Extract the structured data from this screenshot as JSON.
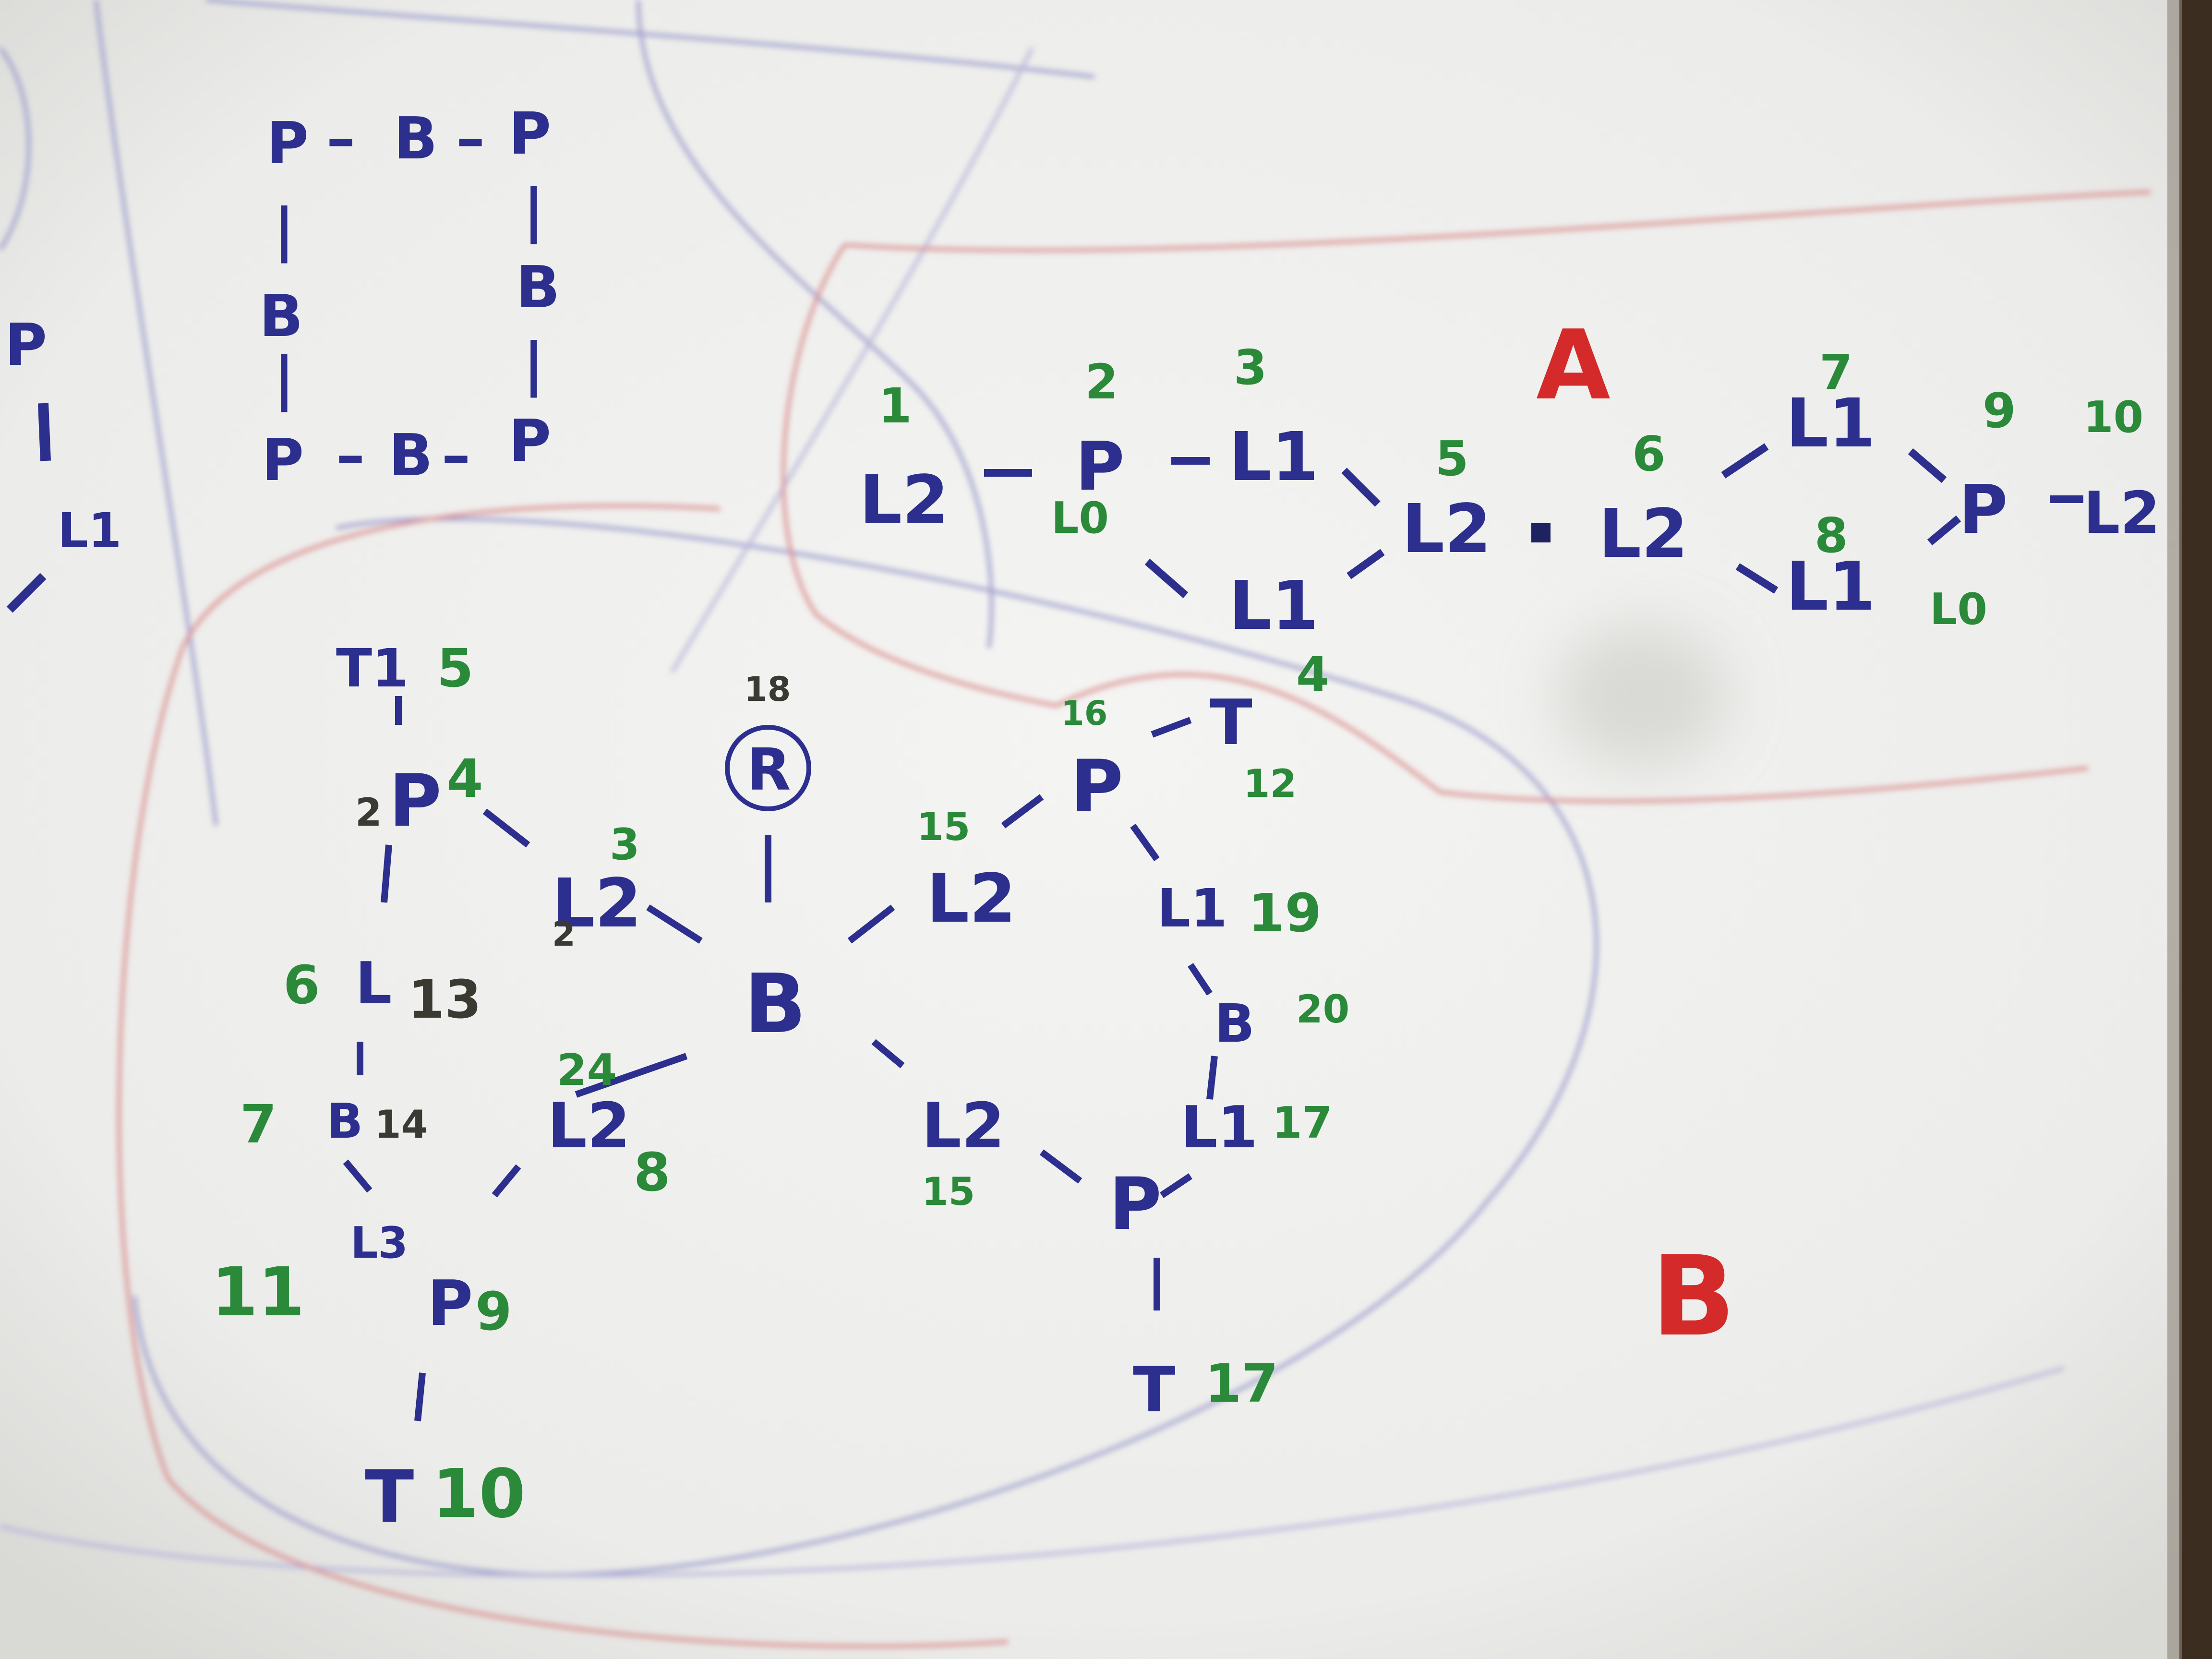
{
  "colors": {
    "paper": "#f1f1ef",
    "paper_shade": "#e3e3e0",
    "wood_edge": "#3b2d1f",
    "ink_blue": "#2c2f8e",
    "ink_green": "#2a8a3a",
    "ink_red": "#d42a2a",
    "pencil_red": "#d98d8d",
    "pencil_blue": "#9c9cce",
    "dark": "#3a3a33"
  },
  "top_left_frame": {
    "corner_p": "P",
    "b": "B",
    "dash": "–",
    "bar": "|"
  },
  "edge_fragment": {
    "p": "P",
    "l1": "L1"
  },
  "group_a": {
    "label": "A",
    "nodes": {
      "l2_1": "L2",
      "p_2": "P",
      "l1_3": "L1",
      "l2_5": "L2",
      "l1_4": "L1",
      "l2_6": "L2",
      "l1_7": "L1",
      "l1_8": "L1",
      "p_9": "P",
      "l2_10": "L2"
    },
    "nums": {
      "n1": "1",
      "n2": "2",
      "n3": "3",
      "n4": "4",
      "n5": "5",
      "n6": "6",
      "n7": "7",
      "n8": "8",
      "n9": "9",
      "n10": "10",
      "lo_1": "L0",
      "lo_2": "L0"
    }
  },
  "group_b": {
    "label": "B",
    "nodes": {
      "t_top": "T1",
      "p_left": "P",
      "l2_left": "L2",
      "r_root": "R",
      "b_center": "B",
      "l13": "L",
      "b_left": "B",
      "l2_low": "L2",
      "l3": "L3",
      "p_low": "P",
      "t_bottom": "T",
      "p_right_top": "P",
      "t_right_top": "T",
      "l2_right": "L2",
      "l1_right": "L1",
      "b_right": "B",
      "l1_right_low": "L1",
      "l2_bottom": "L2",
      "p_bottom": "P",
      "t_right_bottom": "T"
    },
    "nums": {
      "n5": "5",
      "n4": "4",
      "n3": "3",
      "n2a": "2",
      "n2b": "2",
      "n6": "6",
      "n13": "13",
      "n7": "7",
      "n24": "24",
      "n8": "8",
      "n11": "11",
      "n9": "9",
      "n10": "10",
      "n18": "18",
      "n16": "16",
      "n12": "12",
      "n15": "15",
      "n20": "20",
      "n19": "19",
      "n17": "17",
      "n14": "14"
    }
  }
}
